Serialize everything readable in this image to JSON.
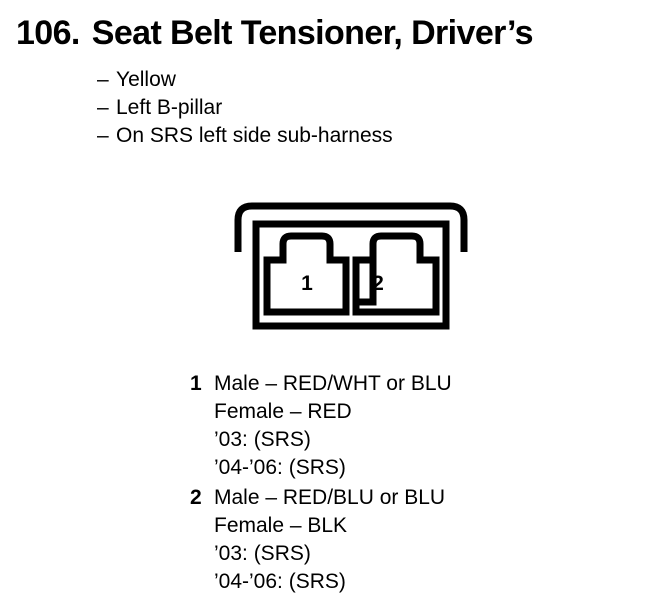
{
  "header": {
    "number": "106.",
    "title": "Seat Belt Tensioner, Driver’s"
  },
  "attributes": {
    "dash": "–",
    "items": [
      {
        "text": "Yellow"
      },
      {
        "text": "Left B-pillar"
      },
      {
        "text": "On SRS left side sub-harness"
      }
    ]
  },
  "connector": {
    "name": "2-pin-connector-diagram",
    "outline_color": "#000000",
    "fill_color": "#ffffff",
    "cavities": [
      {
        "label": "1"
      },
      {
        "label": "2"
      }
    ]
  },
  "pin_legend": [
    {
      "number": "1",
      "lines": [
        "Male – RED/WHT or BLU",
        "Female – RED",
        "’03: (SRS)",
        "’04-’06: (SRS)"
      ]
    },
    {
      "number": "2",
      "lines": [
        "Male – RED/BLU or BLU",
        "Female – BLK",
        "’03: (SRS)",
        "’04-’06: (SRS)"
      ]
    }
  ]
}
